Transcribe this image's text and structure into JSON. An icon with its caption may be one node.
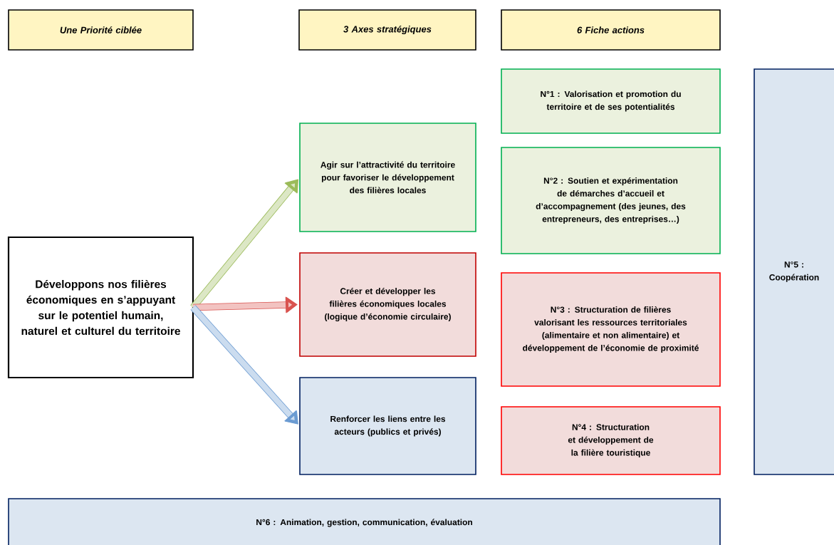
{
  "diagram": {
    "nodes": [
      {
        "text": [
          "Une Priorité ciblée"
        ]
      },
      {
        "text": [
          "3 Axes stratégiques"
        ]
      },
      {
        "text": [
          "6 Fiche actions"
        ]
      },
      {
        "text": [
          "Développons nos filières économiques en s’appuyant sur le potentiel humain, naturel et culturel du territoire"
        ]
      },
      {
        "text": [
          "Agir sur l’attractivité du territoire pour favoriser le développement des filières locales"
        ]
      },
      {
        "text": [
          "Créer et développer les filières économiques locales (logique d’économie circulaire)"
        ]
      },
      {
        "text": [
          "Renforcer les liens entre les acteurs (publics et privés)"
        ]
      },
      {
        "text": [
          "N°1 : Valorisation et promotion du territoire et de ses potentialités"
        ]
      },
      {
        "text": [
          "N°2 : Soutien et expérimentation de démarches d’accueil et d’accompagnement (des jeunes, des entrepreneurs, des entreprises…)"
        ]
      },
      {
        "text": [
          "N°3 : Structuration de filières valorisant les ressources territoriales (alimentaire et non alimentaire) et développement de l’économie de proximité"
        ]
      },
      {
        "text": [
          "N°4 : Structuration et développement de la filière touristique"
        ]
      },
      {
        "text": [
          "N°5 : Coopération"
        ]
      },
      {
        "text": [
          "N°6 : Animation, gestion, communication, évaluation"
        ]
      }
    ],
    "edges": [
      {
        "from": 3,
        "to": 4,
        "arrow": "to",
        "color": "#9bbb59"
      },
      {
        "from": 3,
        "to": 5,
        "arrow": "to",
        "color": "#d9534f"
      },
      {
        "from": 3,
        "to": 6,
        "arrow": "to",
        "color": "#6b9bd2"
      }
    ]
  }
}
